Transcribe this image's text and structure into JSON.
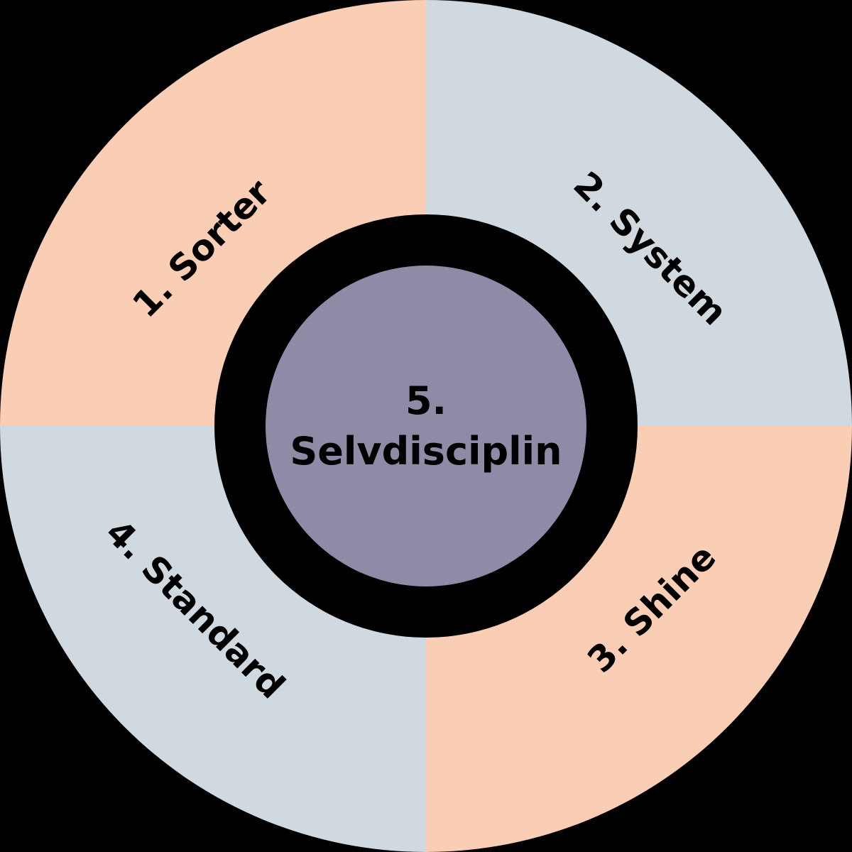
{
  "colors": {
    "background": "#000000",
    "inner_ring": "#000000",
    "text": "#000000"
  },
  "segments": [
    {
      "label": "1. Sorter",
      "position": "top-left",
      "color": "#FACDB5"
    },
    {
      "label": "2. System",
      "position": "top-right",
      "color": "#D0D9DF"
    },
    {
      "label": "3. Shine",
      "position": "bottom-right",
      "color": "#FACDB5"
    },
    {
      "label": "4. Standard",
      "position": "bottom-left",
      "color": "#D0D9DF"
    }
  ],
  "center": {
    "number": "5.",
    "label": "Selvdisciplin",
    "color": "#8E8BA7"
  }
}
